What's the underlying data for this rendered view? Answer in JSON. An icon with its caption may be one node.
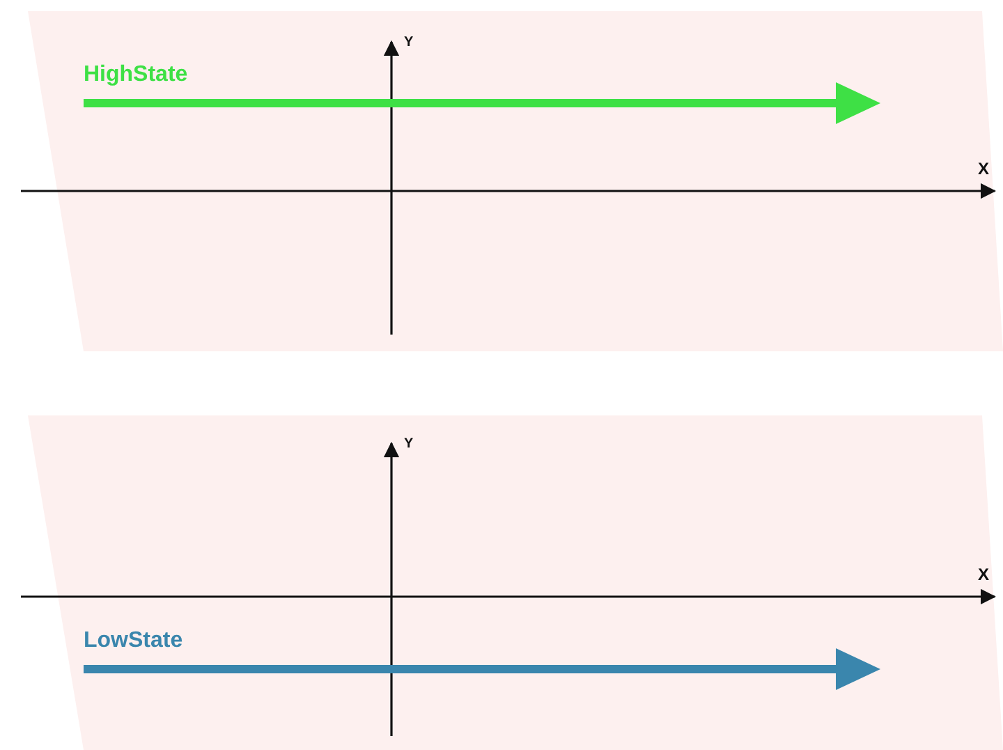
{
  "diagram": {
    "labels": [
      "HighState",
      "Y",
      "X",
      "LowState",
      "Y",
      "X"
    ]
  }
}
